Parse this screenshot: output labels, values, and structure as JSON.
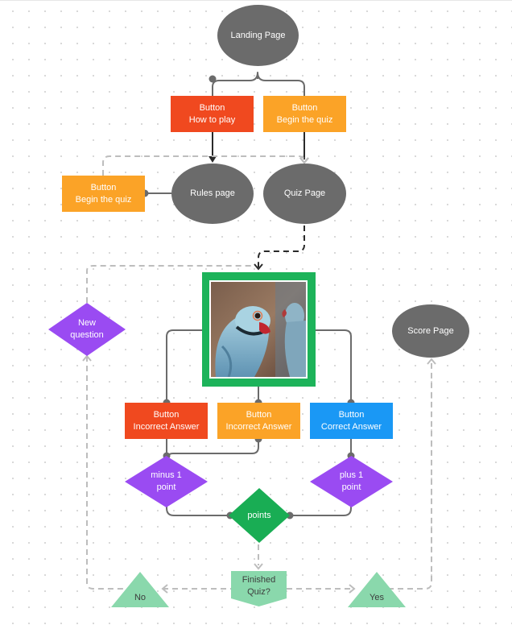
{
  "nodes": {
    "landing": {
      "text": "Landing Page"
    },
    "btn_how": {
      "line1": "Button",
      "line2": "How to play"
    },
    "btn_begin_top": {
      "line1": "Button",
      "line2": "Begin the quiz"
    },
    "btn_begin_left": {
      "line1": "Button",
      "line2": "Begin the quiz"
    },
    "rules": {
      "text": "Rules page"
    },
    "quiz": {
      "text": "Quiz Page"
    },
    "new_question": {
      "line1": "New",
      "line2": "question"
    },
    "score": {
      "text": "Score Page"
    },
    "btn_incorrect_1": {
      "line1": "Button",
      "line2": "Incorrect Answer"
    },
    "btn_incorrect_2": {
      "line1": "Button",
      "line2": "Incorrect Answer"
    },
    "btn_correct": {
      "line1": "Button",
      "line2": "Correct Answer"
    },
    "minus": {
      "line1": "minus 1",
      "line2": "point"
    },
    "plus": {
      "line1": "plus 1",
      "line2": "point"
    },
    "points": {
      "text": "points"
    },
    "finished": {
      "line1": "Finished",
      "line2": "Quiz?"
    },
    "no": {
      "text": "No"
    },
    "yes": {
      "text": "Yes"
    }
  },
  "image": {
    "subject": "blue parakeets photo"
  },
  "colors": {
    "gray_node": "#6b6b6b",
    "red_button": "#f0491f",
    "orange_button": "#fba327",
    "blue_button": "#1a98f5",
    "purple_decision": "#9a4bf2",
    "green_decision": "#19ad54",
    "light_green": "#8ad8ac",
    "wire": "#6b6b6b",
    "dashed_wire": "#bdbdbd"
  }
}
